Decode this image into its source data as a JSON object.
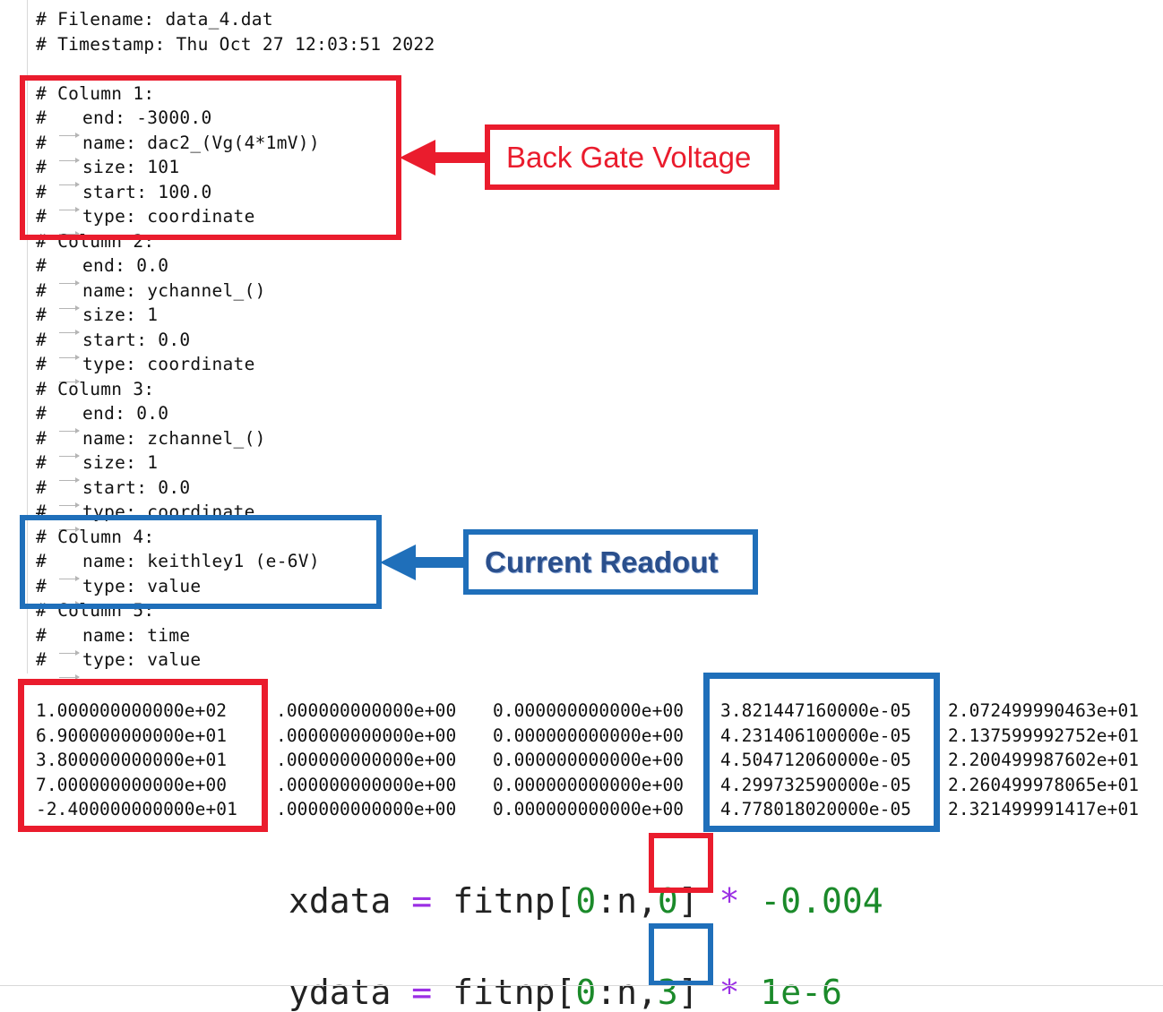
{
  "file": {
    "filename_line": "# Filename: data_4.dat",
    "timestamp_line": "# Timestamp: Thu Oct 27 12:03:51 2022"
  },
  "columns": [
    {
      "title": "# Column 1:",
      "fields": [
        "end: -3000.0",
        "name: dac2_(Vg(4*1mV))",
        "size: 101",
        "start: 100.0",
        "type: coordinate"
      ]
    },
    {
      "title": "# Column 2:",
      "fields": [
        "end: 0.0",
        "name: ychannel_()",
        "size: 1",
        "start: 0.0",
        "type: coordinate"
      ]
    },
    {
      "title": "# Column 3:",
      "fields": [
        "end: 0.0",
        "name: zchannel_()",
        "size: 1",
        "start: 0.0",
        "type: coordinate"
      ]
    },
    {
      "title": "# Column 4:",
      "fields": [
        "name: keithley1 (e-6V)",
        "type: value"
      ]
    },
    {
      "title": "# Column 5:",
      "fields": [
        "name: time",
        "type: value"
      ]
    }
  ],
  "data_rows": [
    [
      "1.000000000000e+02",
      ".000000000000e+00",
      "0.000000000000e+00",
      "3.821447160000e-05",
      "2.072499990463e+01"
    ],
    [
      "6.900000000000e+01",
      ".000000000000e+00",
      "0.000000000000e+00",
      "4.231406100000e-05",
      "2.137599992752e+01"
    ],
    [
      "3.800000000000e+01",
      ".000000000000e+00",
      "0.000000000000e+00",
      "4.504712060000e-05",
      "2.200499987602e+01"
    ],
    [
      "7.000000000000e+00",
      ".000000000000e+00",
      "0.000000000000e+00",
      "4.299732590000e-05",
      "2.260499978065e+01"
    ],
    [
      "-2.400000000000e+01",
      ".000000000000e+00",
      "0.000000000000e+00",
      "4.778018020000e-05",
      "2.321499991417e+01"
    ]
  ],
  "annotations": {
    "back_gate_label": "Back Gate Voltage",
    "current_label": "Current Readout",
    "red_color": "#ea1c2d",
    "blue_color": "#1f6fba"
  },
  "code": {
    "x_var": "xdata",
    "x_eq": "=",
    "x_fn": "fitnp[",
    "x_start": "0",
    "x_colon_n": ":n",
    "x_comma": ",",
    "x_index": "0",
    "x_close": "]",
    "x_op": "*",
    "x_factor": "-0.004",
    "y_var": "ydata",
    "y_eq": "=",
    "y_fn": "fitnp[",
    "y_start": "0",
    "y_colon_n": ":n",
    "y_comma": ",",
    "y_index": "3",
    "y_close": "]",
    "y_op": "*",
    "y_factor": "1e-6"
  }
}
